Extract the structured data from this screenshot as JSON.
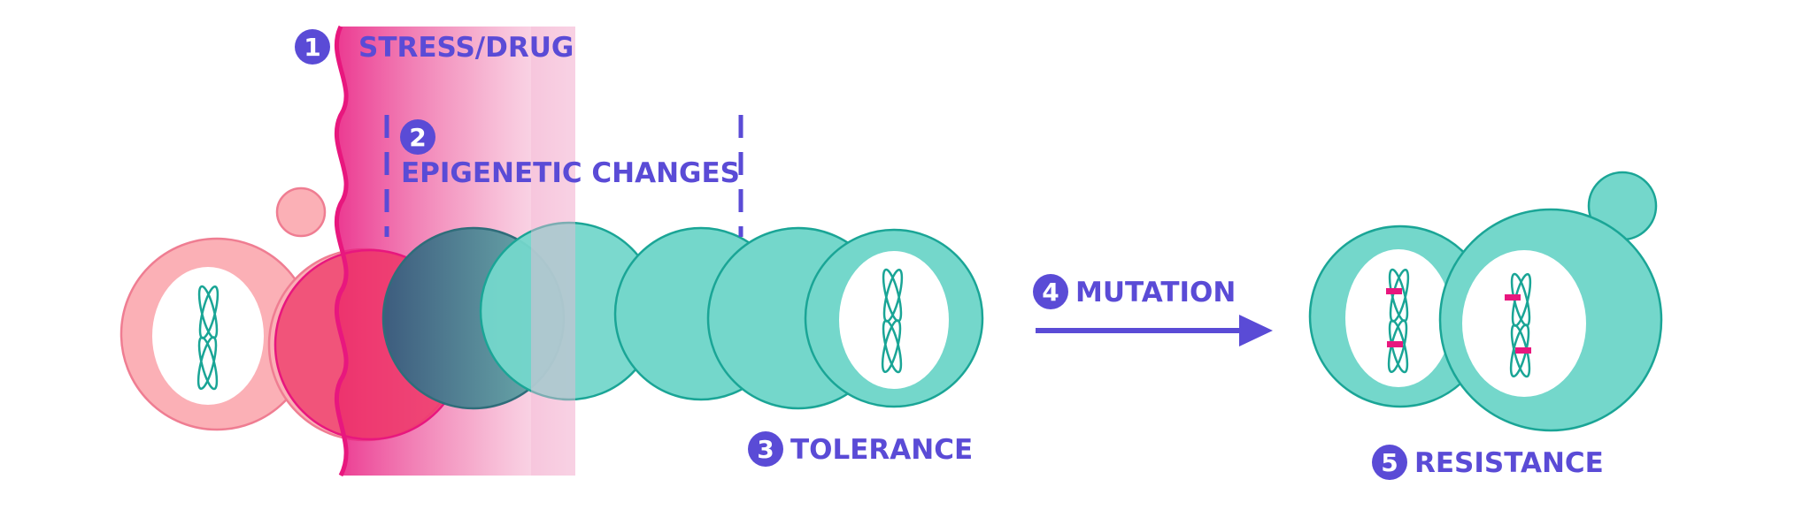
{
  "colors": {
    "pink_cell": "#fbb0b6",
    "pink_stroke": "#ef7d92",
    "teal_cell": "#74d7cb",
    "teal_stroke": "#1aa596",
    "magenta": "#e8177e",
    "stress_red": "#ee3565",
    "purple": "#5a4bd6",
    "dark_cell": "#5a7a95",
    "nucleus": "#ffffff"
  },
  "steps": [
    {
      "number": "1",
      "label": "STRESS/DRUG"
    },
    {
      "number": "2",
      "label": "EPIGENETIC CHANGES"
    },
    {
      "number": "3",
      "label": "TOLERANCE"
    },
    {
      "number": "4",
      "label": "MUTATION"
    },
    {
      "number": "5",
      "label": "RESISTANCE"
    }
  ],
  "icons": {
    "chromosome": "chromosome-icon",
    "arrow": "arrow-right-icon"
  }
}
